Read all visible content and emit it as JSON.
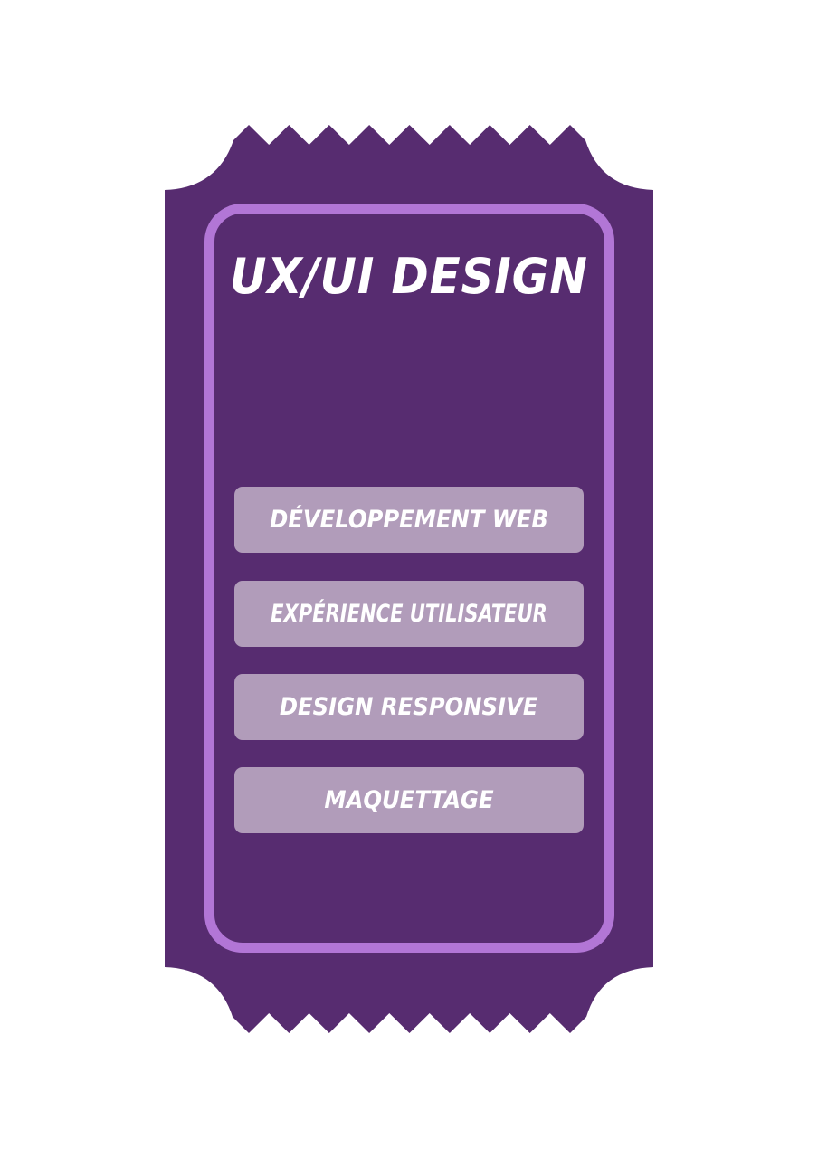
{
  "ticket": {
    "title": "UX/UI DESIGN",
    "colors": {
      "ticket_bg": "#572c70",
      "frame_border": "#b276d6",
      "pill_bg": "#b19cba",
      "text": "#ffffff",
      "page_bg": "#ffffff"
    },
    "skills": [
      {
        "label": "DÉVELOPPEMENT WEB"
      },
      {
        "label": "EXPÉRIENCE UTILISATEUR"
      },
      {
        "label": "DESIGN RESPONSIVE"
      },
      {
        "label": "MAQUETTAGE"
      }
    ]
  }
}
